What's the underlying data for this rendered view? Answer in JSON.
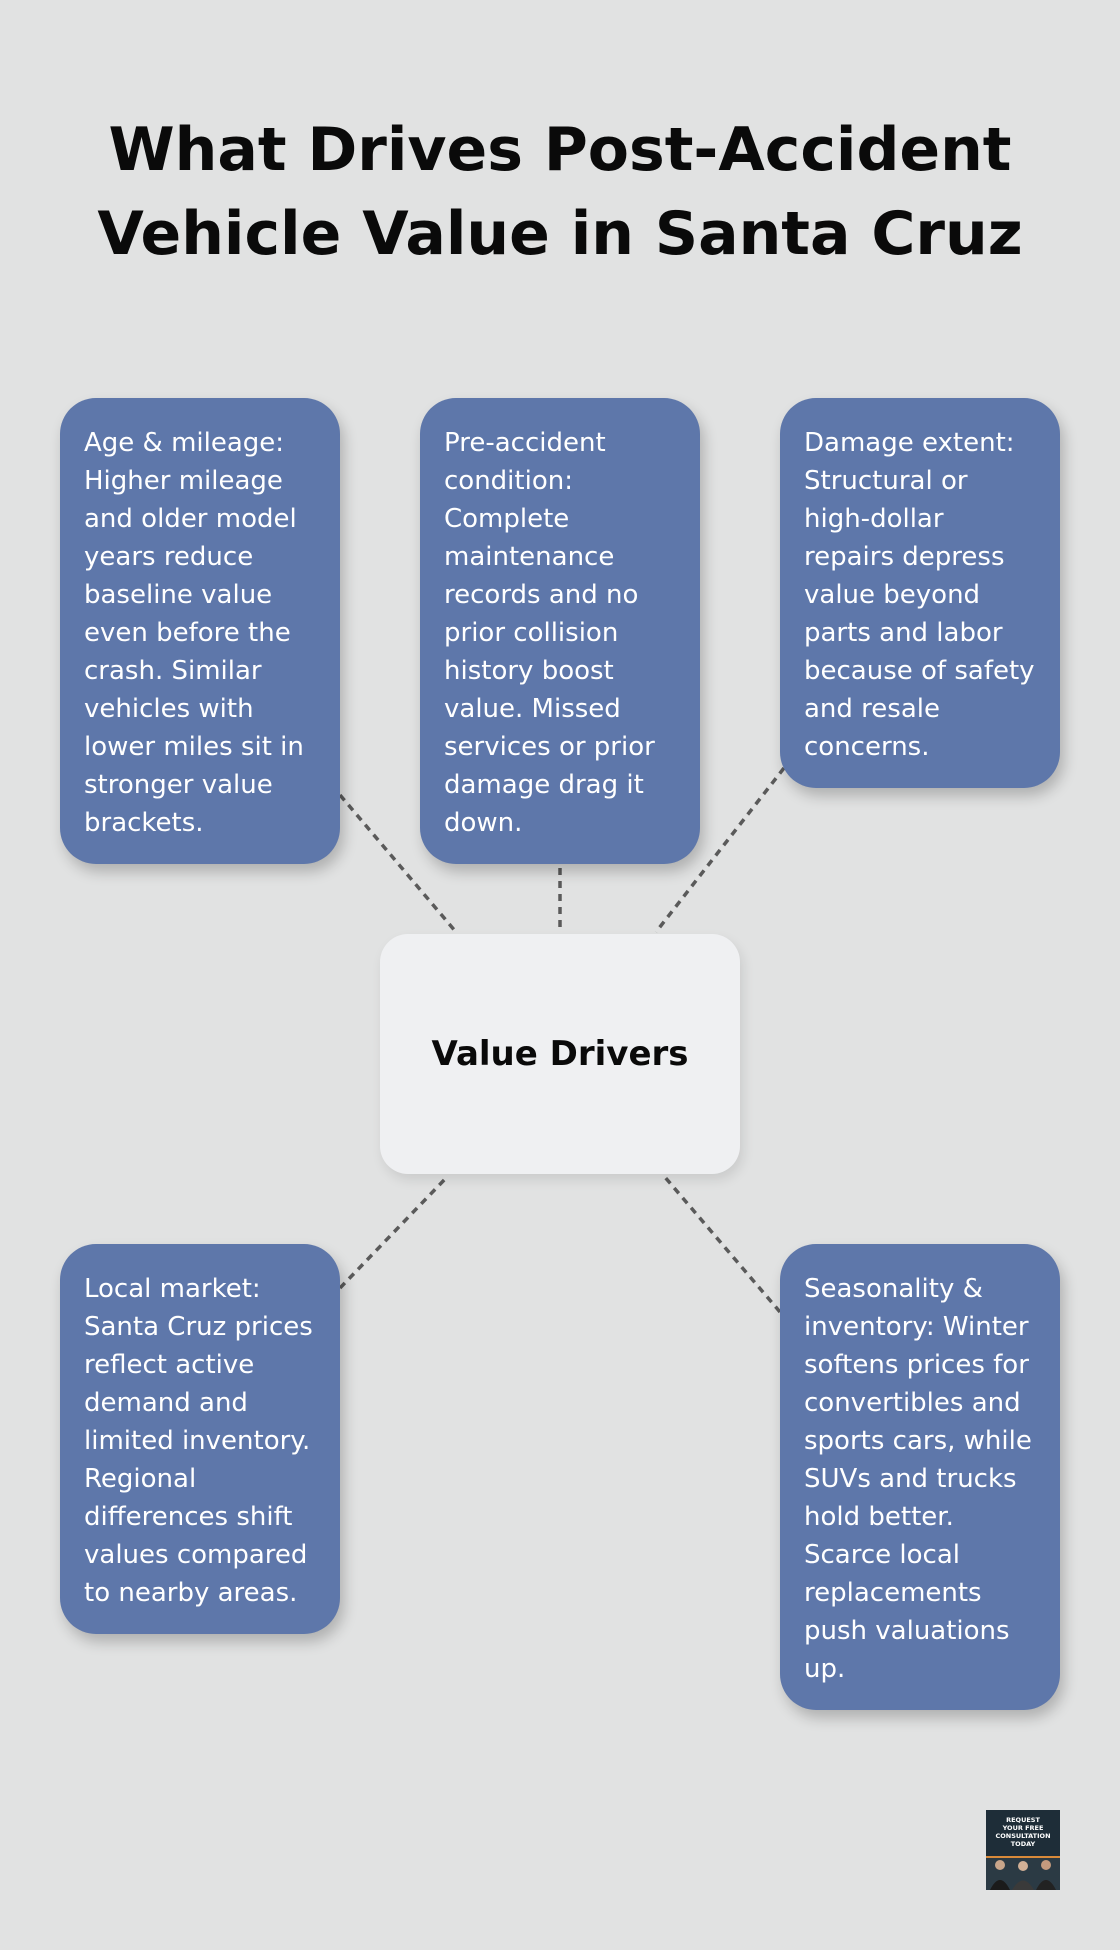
{
  "title": {
    "line1": "What Drives Post-Accident",
    "line2": "Vehicle Value in Santa Cruz"
  },
  "center": {
    "label": "Value Drivers"
  },
  "cards": [
    {
      "text": "Age & mileage: Higher mileage and older model years reduce baseline value even before the crash. Similar vehicles with lower miles sit in stronger value brackets."
    },
    {
      "text": "Pre-accident condition: Complete maintenance records and no prior collision history boost value. Missed services or prior damage drag it down."
    },
    {
      "text": "Damage extent: Structural or high-dollar repairs depress value beyond parts and labor because of safety and resale concerns."
    },
    {
      "text": "Local market: Santa Cruz prices reflect active demand and limited inventory. Regional differences shift values compared to nearby areas."
    },
    {
      "text": "Seasonality & inventory: Winter softens prices for convertibles and sports cars, while SUVs and trucks hold better. Scarce local replacements push valuations up."
    }
  ],
  "badge": {
    "line1": "REQUEST",
    "line2": "YOUR FREE",
    "line3": "CONSULTATION",
    "line4": "TODAY"
  },
  "colors": {
    "background": "#e1e2e2",
    "card": "#5e77aa",
    "center_box": "#eff0f2",
    "connector": "#5a5a5a",
    "badge": "#1e2d38"
  }
}
